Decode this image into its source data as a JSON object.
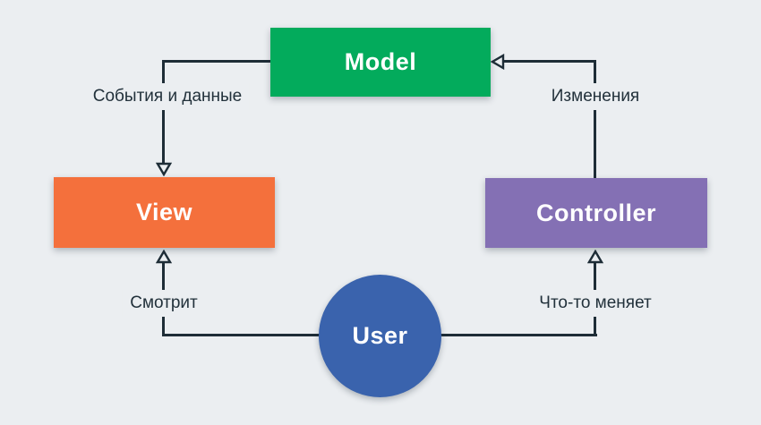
{
  "diagram": {
    "type": "flowchart",
    "pattern": "MVC",
    "nodes": {
      "model": {
        "label": "Model",
        "color": "#03AB5C",
        "shape": "rect"
      },
      "view": {
        "label": "View",
        "color": "#F4703C",
        "shape": "rect"
      },
      "controller": {
        "label": "Controller",
        "color": "#8470B4",
        "shape": "rect"
      },
      "user": {
        "label": "User",
        "color": "#3A63AD",
        "shape": "circle"
      }
    },
    "edges": {
      "model_to_view": {
        "from": "model",
        "to": "view",
        "label": "События и данные"
      },
      "controller_to_model": {
        "from": "controller",
        "to": "model",
        "label": "Изменения"
      },
      "user_to_view": {
        "from": "user",
        "to": "view",
        "label": "Смотрит"
      },
      "user_to_controller": {
        "from": "user",
        "to": "controller",
        "label": "Что-то меняет"
      }
    },
    "colors": {
      "background": "#EBEEF1",
      "line": "#1E2D37",
      "node_text": "#FFFFFF",
      "label_text": "#22313B"
    }
  }
}
